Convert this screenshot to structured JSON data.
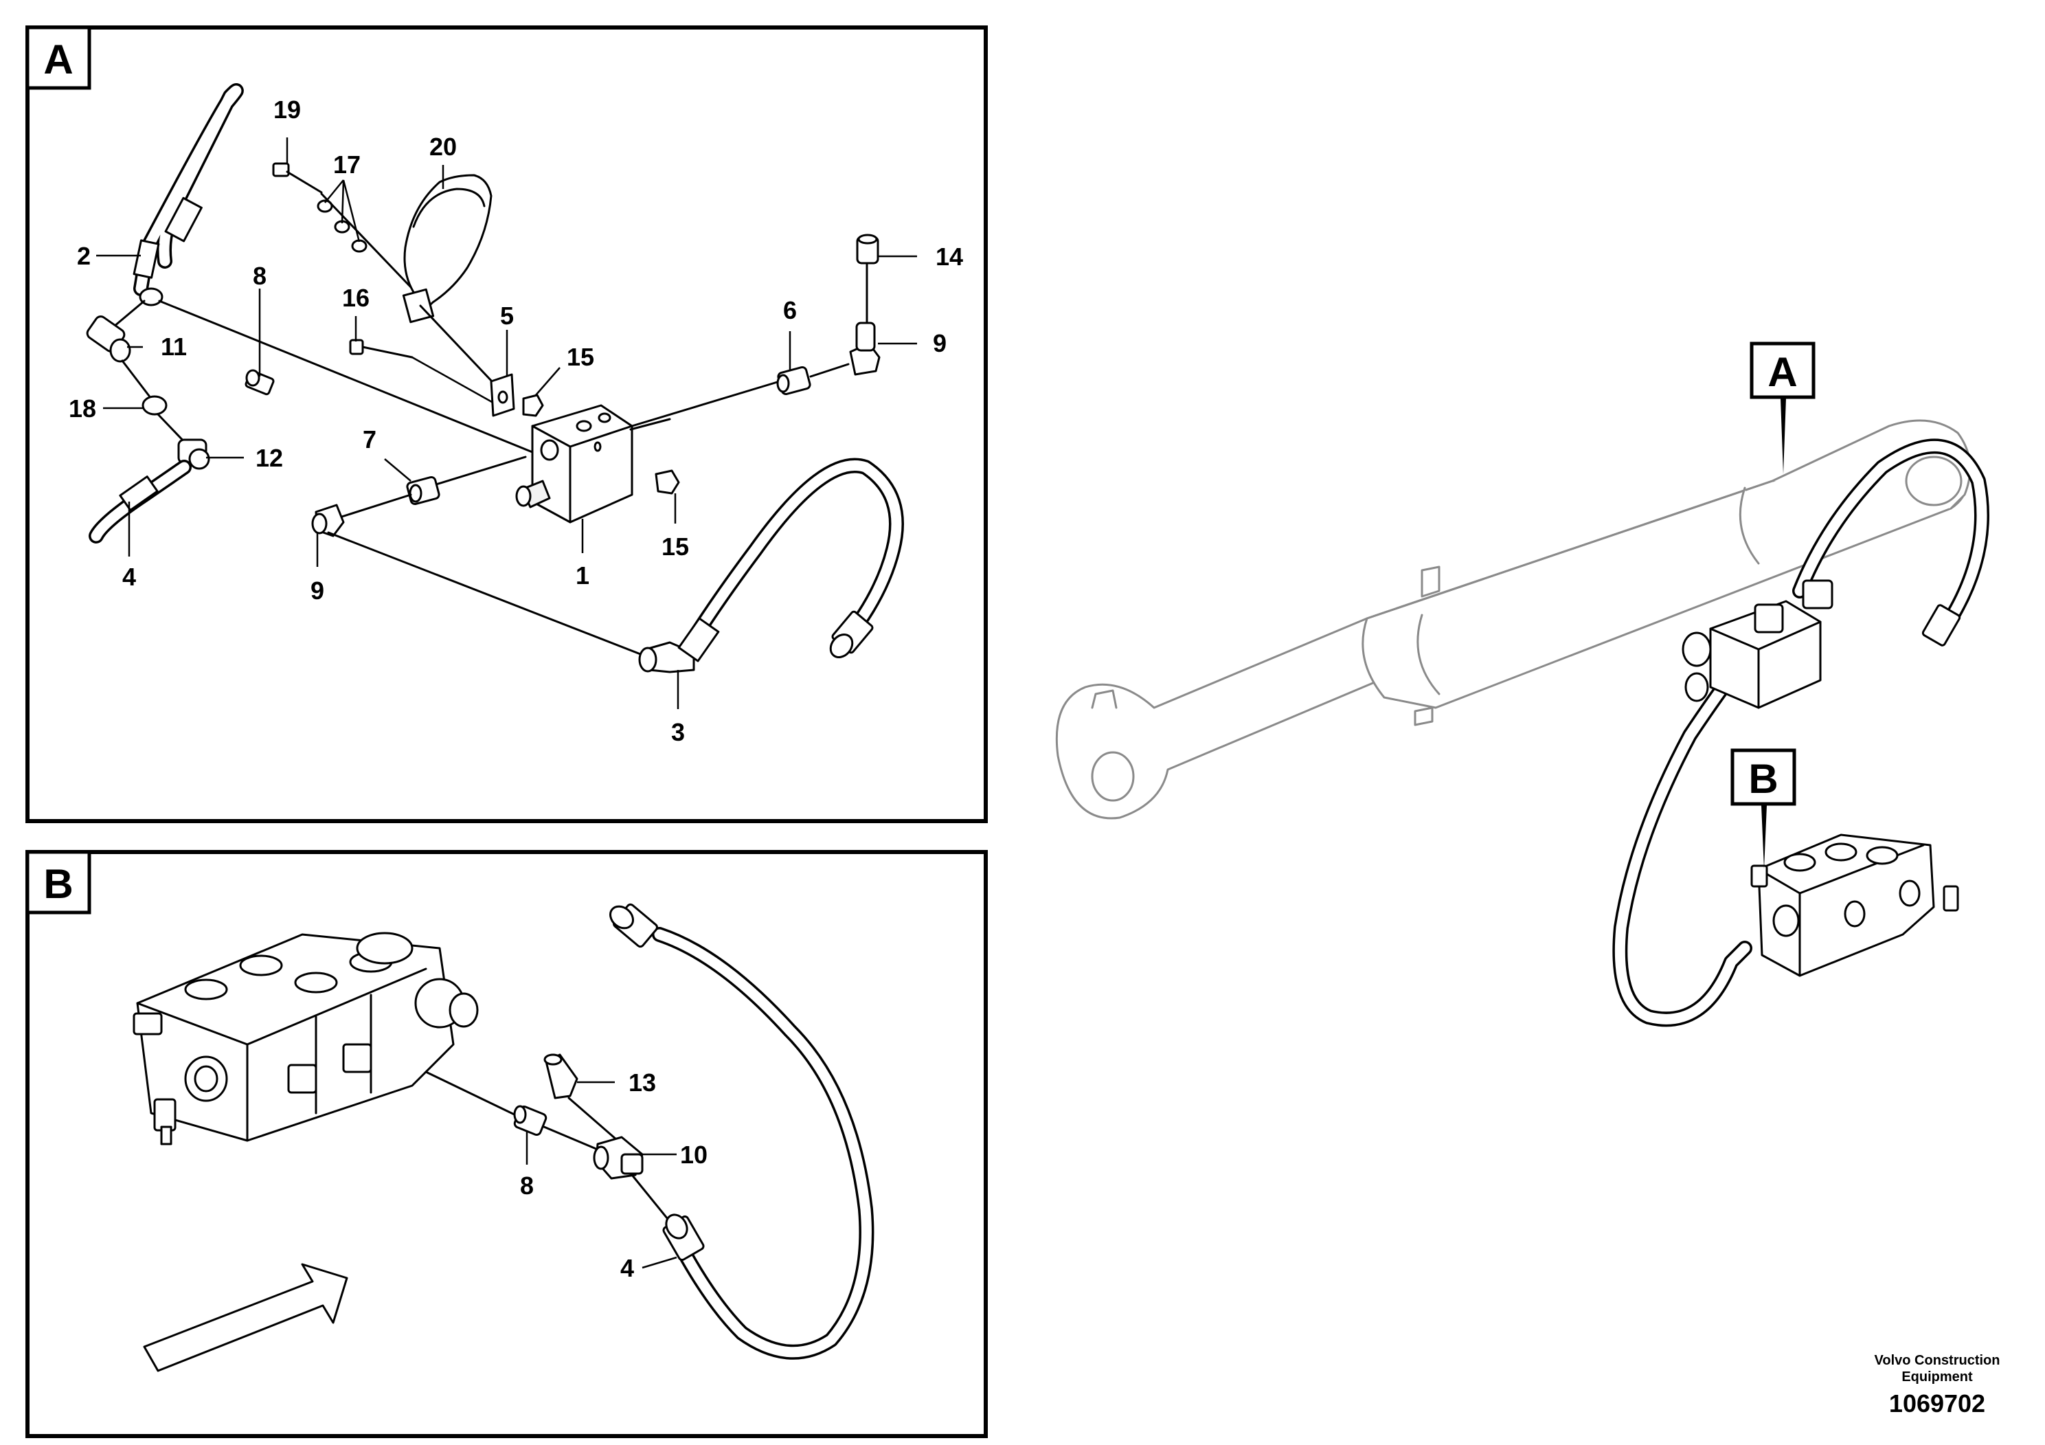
{
  "panels": {
    "a": {
      "label": "A"
    },
    "b": {
      "label": "B"
    }
  },
  "main_view": {
    "badge_a": "A",
    "badge_b": "B"
  },
  "callouts_a": {
    "c1": "1",
    "c2": "2",
    "c3": "3",
    "c4": "4",
    "c5": "5",
    "c6": "6",
    "c7": "7",
    "c8": "8",
    "c9a": "9",
    "c9b": "9",
    "c11": "11",
    "c12": "12",
    "c14": "14",
    "c15a": "15",
    "c15b": "15",
    "c16": "16",
    "c17": "17",
    "c18": "18",
    "c19": "19",
    "c20": "20"
  },
  "callouts_b": {
    "c4": "4",
    "c8": "8",
    "c10": "10",
    "c13": "13"
  },
  "footer": {
    "company": "Volvo Construction",
    "company2": "Equipment",
    "drawing_number": "1069702"
  },
  "colors": {
    "line": "#000000",
    "background": "#ffffff",
    "faint_line": "#8a8a8a"
  }
}
